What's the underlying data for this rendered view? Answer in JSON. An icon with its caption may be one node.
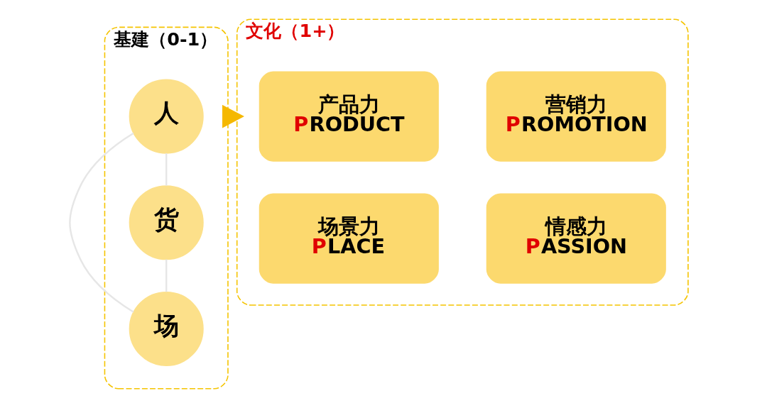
{
  "diagram": {
    "nodes": [
      {
        "text": [
          "基建（0-1）"
        ]
      },
      {
        "text": [
          "人"
        ],
        "in": 0
      },
      {
        "text": [
          "货"
        ],
        "in": 0
      },
      {
        "text": [
          "场"
        ],
        "in": 0
      },
      {
        "text": [
          "文化（1+）"
        ]
      },
      {
        "text": [
          "产品力",
          "PRODUCT"
        ],
        "in": 4
      },
      {
        "text": [
          "营销力",
          "PROMOTION"
        ],
        "in": 4
      },
      {
        "text": [
          "场景力",
          "PLACE"
        ],
        "in": 4
      },
      {
        "text": [
          "情感力",
          "PASSION"
        ],
        "in": 4
      }
    ],
    "edges": [
      {
        "from": 1,
        "to": 3,
        "arrow": "none",
        "color": "#e6e6e6"
      },
      {
        "from": 3,
        "to": 2,
        "arrow": "none",
        "color": "#e6e6e6"
      },
      {
        "from": 2,
        "to": 1,
        "arrow": "none",
        "color": "#e6e6e6"
      },
      {
        "from": 0,
        "to": 4,
        "arrow": "to",
        "style": "thick"
      }
    ]
  }
}
